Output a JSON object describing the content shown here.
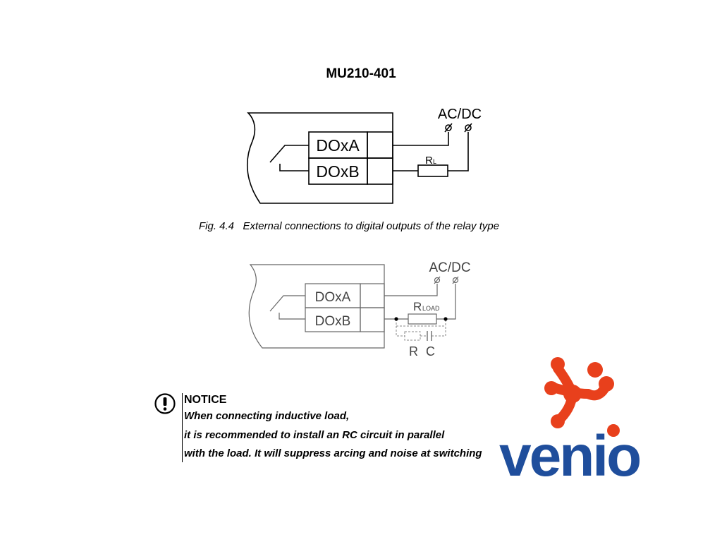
{
  "document": {
    "title": "MU210-401"
  },
  "figure1": {
    "supply_label": "AC/DC",
    "output_a": "DOxA",
    "output_b": "DOxB",
    "resistor_label": "R",
    "resistor_subscript": "L",
    "caption": "Fig. 4.4   External connections to digital outputs of the relay type"
  },
  "figure2": {
    "supply_label": "AC/DC",
    "output_a": "DOxA",
    "output_b": "DOxB",
    "load_label": "R",
    "load_subscript": "LOAD",
    "rc_r_label": "R",
    "rc_c_label": "C"
  },
  "notice": {
    "title": "NOTICE",
    "icon": "exclamation-circle-icon",
    "lines": [
      "When connecting inductive load,",
      "it is recommended to install an RC circuit in parallel",
      "with the load. It will suppress arcing and noise at switching"
    ]
  },
  "logo": {
    "text": "venio",
    "colors": {
      "text": "#1f4e9c",
      "mark": "#e8401c"
    }
  }
}
